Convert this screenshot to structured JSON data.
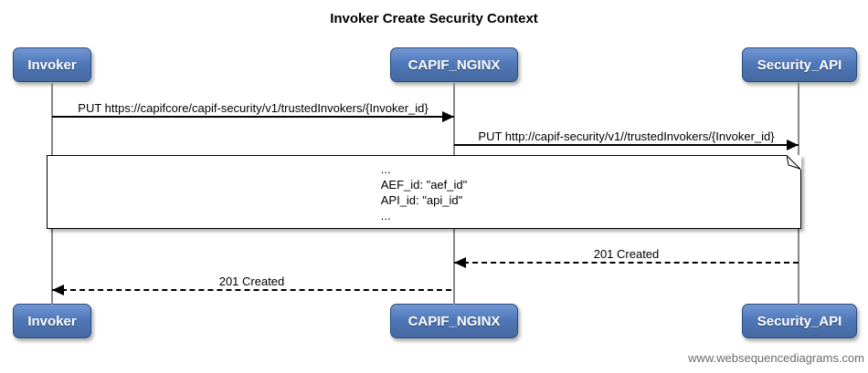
{
  "title": "Invoker Create Security Context",
  "watermark": "www.websequencediagrams.com",
  "actors": [
    {
      "label": "Invoker"
    },
    {
      "label": "CAPIF_NGINX"
    },
    {
      "label": "Security_API"
    }
  ],
  "messages": [
    {
      "label": "PUT https://capifcore/capif-security/v1/trustedInvokers/{Invoker_id}",
      "from": "Invoker",
      "to": "CAPIF_NGINX",
      "line": "solid"
    },
    {
      "label": "PUT http://capif-security/v1//trustedInvokers/{Invoker_id}",
      "from": "CAPIF_NGINX",
      "to": "Security_API",
      "line": "solid"
    },
    {
      "label": "201 Created",
      "from": "Security_API",
      "to": "CAPIF_NGINX",
      "line": "dashed"
    },
    {
      "label": "201 Created",
      "from": "CAPIF_NGINX",
      "to": "Invoker",
      "line": "dashed"
    }
  ],
  "note": {
    "lines": [
      "...",
      "AEF_id: \"aef_id\"",
      "API_id: \"api_id\"",
      "..."
    ]
  },
  "colors": {
    "actor_fill": "#5079ba",
    "actor_border": "#2b4a7d",
    "actor_text": "#ffffff",
    "lifeline": "#888888",
    "message_line": "#000000",
    "note_bg": "#ffffff",
    "note_border": "#000000",
    "watermark_text": "#6b6b6b",
    "background": "#ffffff"
  }
}
